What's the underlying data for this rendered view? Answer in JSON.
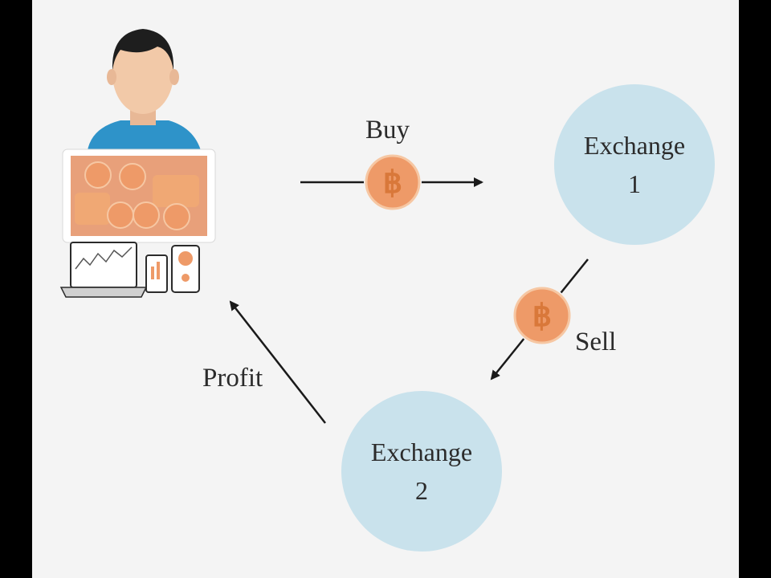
{
  "colors": {
    "background": "#f4f4f4",
    "letterbox": "#000000",
    "exchange_fill": "#c9e2ec",
    "coin_fill": "#ee9a68",
    "coin_symbol": "#d9783a",
    "arrow": "#1a1a1a",
    "shirt": "#2e93c9",
    "skin": "#f2c9a8",
    "hair": "#1e1e1e",
    "monitor_frame": "#ffffff",
    "monitor_screen": "#e8a07a"
  },
  "icons": [
    "trader-person-icon",
    "monitor-coins-icon",
    "laptop-chart-icon",
    "phone-icon",
    "tablet-icon",
    "bitcoin-coin-icon"
  ],
  "labels": {
    "buy": "Buy",
    "sell": "Sell",
    "profit": "Profit"
  },
  "exchanges": [
    {
      "line1": "Exchange",
      "line2": "1"
    },
    {
      "line1": "Exchange",
      "line2": "2"
    }
  ]
}
